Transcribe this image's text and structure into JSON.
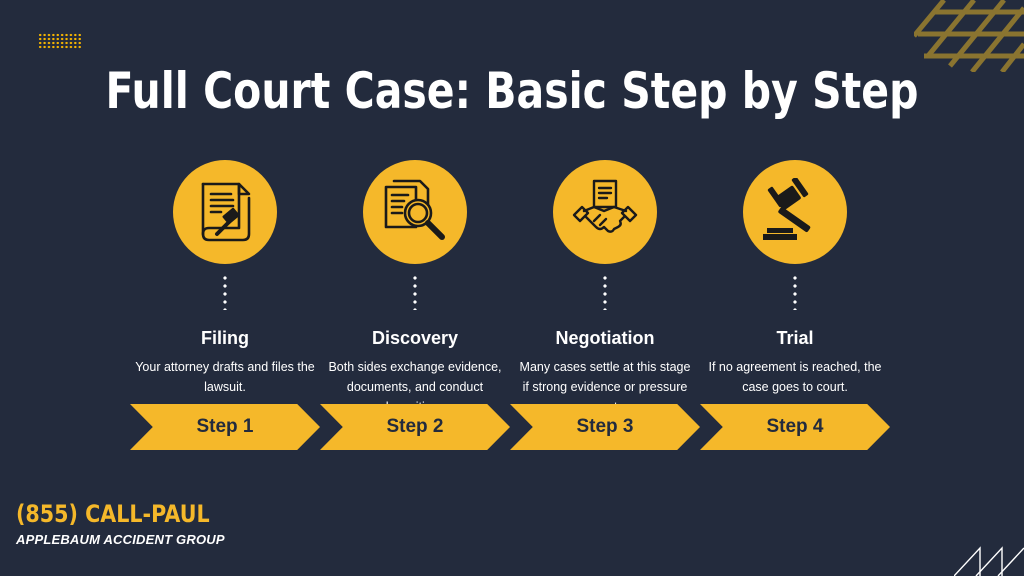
{
  "title": "Full Court Case: Basic Step by Step",
  "colors": {
    "background": "#232b3d",
    "accent": "#f5b82a",
    "text": "#ffffff"
  },
  "steps": [
    {
      "icon": "document-gavel-icon",
      "title": "Filing",
      "description": "Your attorney drafts and files the lawsuit.",
      "step_label": "Step 1"
    },
    {
      "icon": "magnifier-documents-icon",
      "title": "Discovery",
      "description": "Both sides exchange evidence, documents, and conduct depositions.",
      "step_label": "Step 2"
    },
    {
      "icon": "handshake-icon",
      "title": "Negotiation",
      "description": "Many cases settle at this stage if strong evidence or pressure mounts.",
      "step_label": "Step 3"
    },
    {
      "icon": "gavel-icon",
      "title": "Trial",
      "description": "If no agreement is reached, the case goes to court.",
      "step_label": "Step 4"
    }
  ],
  "footer": {
    "phone": "(855) CALL-PAUL",
    "firm": "APPLEBAUM ACCIDENT GROUP"
  }
}
